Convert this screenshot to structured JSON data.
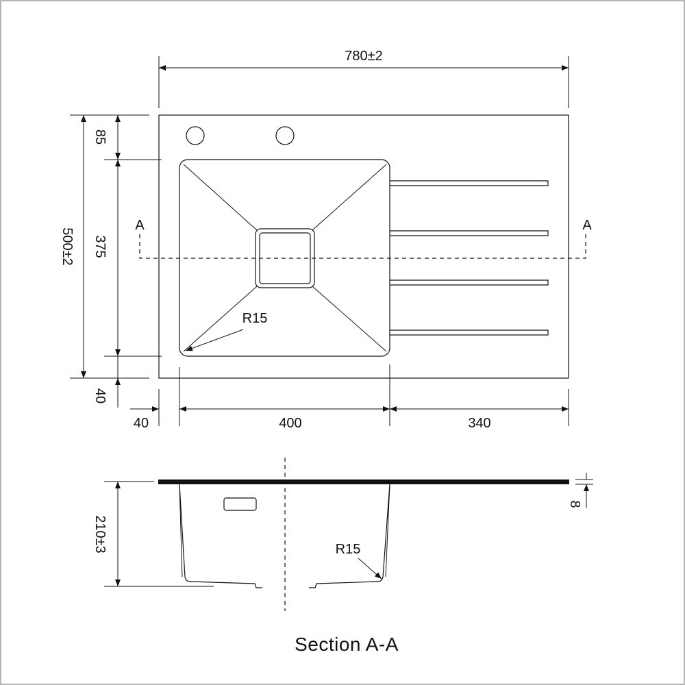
{
  "plan": {
    "overall_width": "780±2",
    "overall_depth": "500±2",
    "top_margin": "85",
    "bowl_depth": "375",
    "bottom_margin": "40",
    "left_margin": "40",
    "bowl_width": "400",
    "drainboard_width": "340",
    "section_mark_left": "A",
    "section_mark_right": "A",
    "corner_radius": "R15"
  },
  "section": {
    "height": "210±3",
    "thickness": "8",
    "corner_radius": "R15",
    "title": "Section A-A"
  }
}
